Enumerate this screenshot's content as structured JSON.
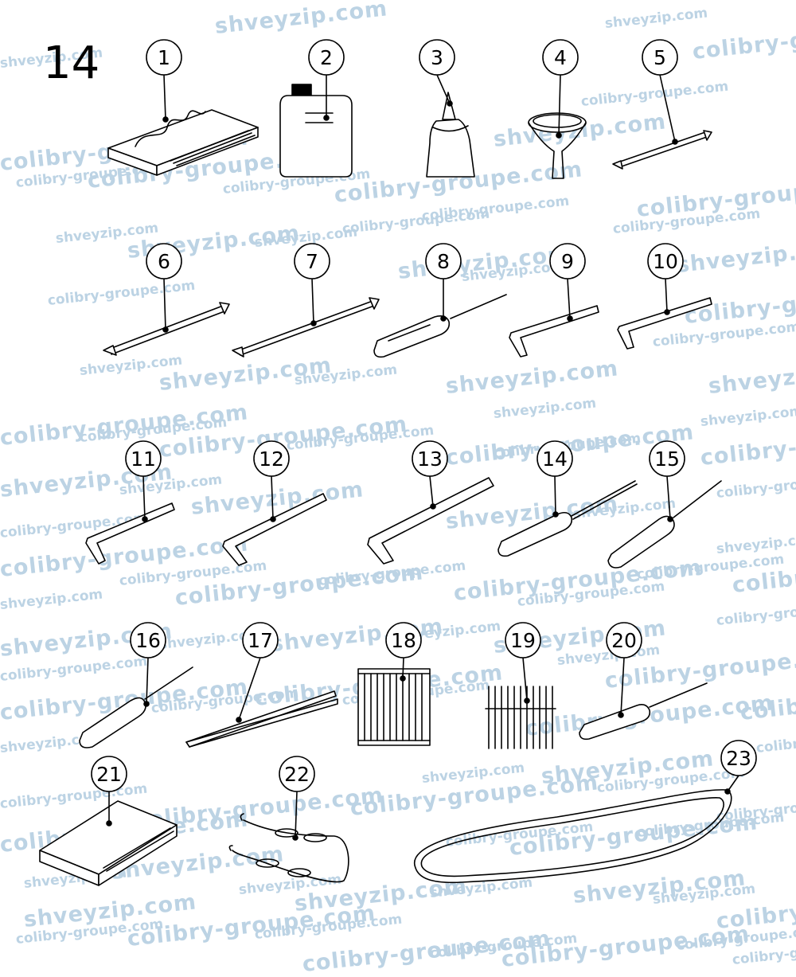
{
  "page_number": "14",
  "watermarks": {
    "color": "#bcd3e4",
    "texts": [
      "colibry-groupe.com",
      "shveyzip.com"
    ]
  },
  "callouts": [
    {
      "label": "1",
      "item": "fabric-sample-book"
    },
    {
      "label": "2",
      "item": "oil-bottle"
    },
    {
      "label": "3",
      "item": "oiler-bottle"
    },
    {
      "label": "4",
      "item": "funnel"
    },
    {
      "label": "5",
      "item": "double-end-wrench-small"
    },
    {
      "label": "6",
      "item": "double-end-wrench"
    },
    {
      "label": "7",
      "item": "double-end-wrench-long"
    },
    {
      "label": "8",
      "item": "screwdriver-thin"
    },
    {
      "label": "9",
      "item": "hex-key"
    },
    {
      "label": "10",
      "item": "hex-key"
    },
    {
      "label": "11",
      "item": "hex-key-small"
    },
    {
      "label": "12",
      "item": "hex-key-medium"
    },
    {
      "label": "13",
      "item": "hex-key-large"
    },
    {
      "label": "14",
      "item": "screwdriver"
    },
    {
      "label": "15",
      "item": "screwdriver"
    },
    {
      "label": "16",
      "item": "screwdriver"
    },
    {
      "label": "17",
      "item": "tweezers"
    },
    {
      "label": "18",
      "item": "filter-cartridge"
    },
    {
      "label": "19",
      "item": "needle-set"
    },
    {
      "label": "20",
      "item": "screwdriver"
    },
    {
      "label": "21",
      "item": "booklet"
    },
    {
      "label": "22",
      "item": "hook-chain"
    },
    {
      "label": "23",
      "item": "drive-belt"
    }
  ]
}
